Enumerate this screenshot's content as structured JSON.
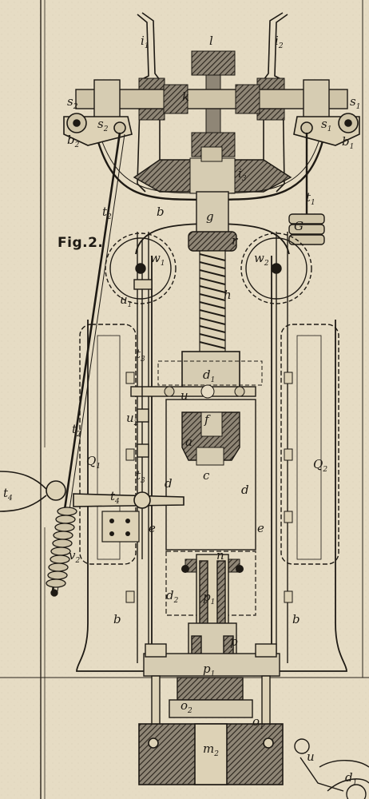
{
  "figure": {
    "caption": "Fig.2."
  },
  "labels": [
    {
      "name": "label-i1",
      "base": "i",
      "sub": "1"
    },
    {
      "name": "label-l",
      "base": "l",
      "sub": ""
    },
    {
      "name": "label-i2",
      "base": "i",
      "sub": "2"
    },
    {
      "name": "label-k",
      "base": "k",
      "sub": ""
    },
    {
      "name": "label-s2-top",
      "base": "s",
      "sub": "2"
    },
    {
      "name": "label-s2",
      "base": "s",
      "sub": "2"
    },
    {
      "name": "label-b2",
      "base": "b",
      "sub": "2"
    },
    {
      "name": "label-s1-top",
      "base": "s",
      "sub": "1"
    },
    {
      "name": "label-s1",
      "base": "s",
      "sub": "1"
    },
    {
      "name": "label-b1",
      "base": "b",
      "sub": "1"
    },
    {
      "name": "label-i3",
      "base": "i",
      "sub": "3"
    },
    {
      "name": "label-t2-upper",
      "base": "t",
      "sub": "2"
    },
    {
      "name": "label-b-frame",
      "base": "b",
      "sub": ""
    },
    {
      "name": "label-g",
      "base": "g",
      "sub": ""
    },
    {
      "name": "label-t1",
      "base": "t",
      "sub": "1"
    },
    {
      "name": "label-G",
      "base": "G",
      "sub": ""
    },
    {
      "name": "label-w1",
      "base": "w",
      "sub": "1"
    },
    {
      "name": "label-r",
      "base": "r",
      "sub": ""
    },
    {
      "name": "label-w2",
      "base": "w",
      "sub": "2"
    },
    {
      "name": "label-u1",
      "base": "u",
      "sub": "1"
    },
    {
      "name": "label-h",
      "base": "h",
      "sub": ""
    },
    {
      "name": "label-t3-upper",
      "base": "t",
      "sub": "3"
    },
    {
      "name": "label-d1",
      "base": "d",
      "sub": "1"
    },
    {
      "name": "label-u",
      "base": "u",
      "sub": ""
    },
    {
      "name": "label-u2",
      "base": "u",
      "sub": "2"
    },
    {
      "name": "label-f",
      "base": "f",
      "sub": ""
    },
    {
      "name": "label-a",
      "base": "a",
      "sub": ""
    },
    {
      "name": "label-c",
      "base": "c",
      "sub": ""
    },
    {
      "name": "label-t2-lower",
      "base": "t",
      "sub": "2"
    },
    {
      "name": "label-Q1",
      "base": "Q",
      "sub": "1"
    },
    {
      "name": "label-t3-lower",
      "base": "t",
      "sub": "3"
    },
    {
      "name": "label-Q2",
      "base": "Q",
      "sub": "2"
    },
    {
      "name": "label-d-left",
      "base": "d",
      "sub": ""
    },
    {
      "name": "label-d-right",
      "base": "d",
      "sub": ""
    },
    {
      "name": "label-t4-left",
      "base": "t",
      "sub": "4"
    },
    {
      "name": "label-t4",
      "base": "t",
      "sub": "4"
    },
    {
      "name": "label-e-left",
      "base": "e",
      "sub": ""
    },
    {
      "name": "label-e-right",
      "base": "e",
      "sub": ""
    },
    {
      "name": "label-v2",
      "base": "v",
      "sub": "2"
    },
    {
      "name": "label-n",
      "base": "n",
      "sub": ""
    },
    {
      "name": "label-p1-upper",
      "base": "p",
      "sub": "1"
    },
    {
      "name": "label-d2",
      "base": "d",
      "sub": "2"
    },
    {
      "name": "label-b-left",
      "base": "b",
      "sub": ""
    },
    {
      "name": "label-b-right",
      "base": "b",
      "sub": ""
    },
    {
      "name": "label-p",
      "base": "p",
      "sub": ""
    },
    {
      "name": "label-p1-lower",
      "base": "p",
      "sub": "1"
    },
    {
      "name": "label-o2",
      "base": "o",
      "sub": "2"
    },
    {
      "name": "label-o1",
      "base": "o",
      "sub": "1"
    },
    {
      "name": "label-m2",
      "base": "m",
      "sub": "2"
    },
    {
      "name": "label-u-corner",
      "base": "u",
      "sub": ""
    },
    {
      "name": "label-d1-corner",
      "base": "d",
      "sub": "1"
    }
  ]
}
